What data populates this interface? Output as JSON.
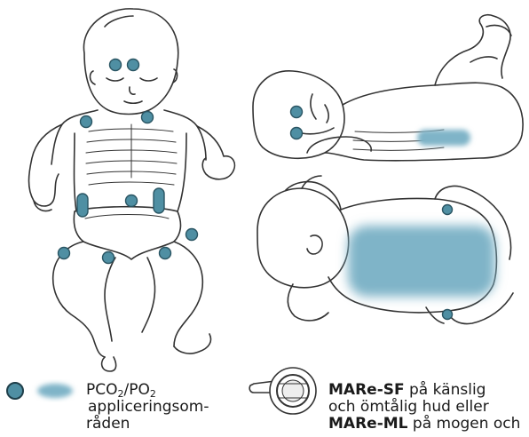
{
  "legend": {
    "area_label_line1_a": "PCO",
    "area_label_line1_sub1": "2",
    "area_label_line1_sep": "/PO",
    "area_label_line1_sub2": "2",
    "area_label_line2": "appliceringsom-",
    "area_label_line3": "råden",
    "mare_sf_name": "MARe-SF",
    "mare_sf_text": " på känslig",
    "line2": "och ömtålig hud eller",
    "mare_ml_name": "MARe-ML",
    "mare_ml_text": " på mogen och"
  },
  "colors": {
    "dot": "#4f8fa3",
    "area": "#7fb4c8",
    "outline": "#333333"
  }
}
